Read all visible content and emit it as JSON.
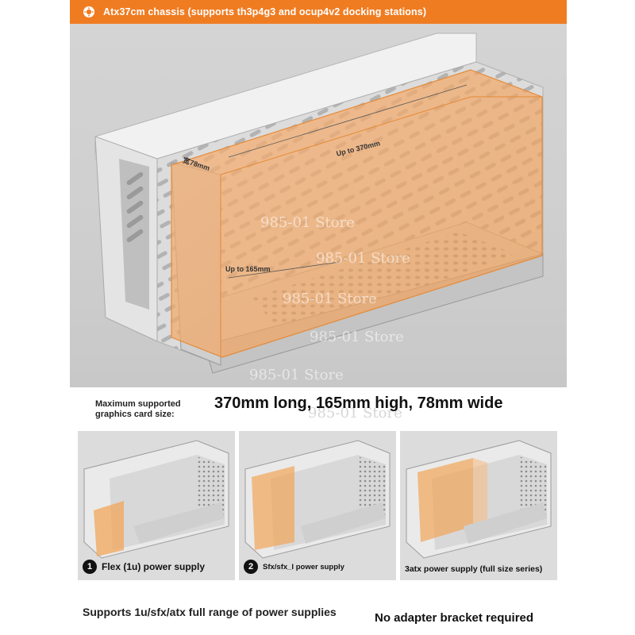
{
  "banner": {
    "title": "Atx37cm chassis (supports th3p4g3 and ocup4v2 docking stations)",
    "icon": "gear-badge-icon",
    "color": "#f07c22"
  },
  "hero": {
    "width_label": "宽78mm",
    "length_label": "Up to 370mm",
    "height_label": "Up to 165mm"
  },
  "watermarks": [
    "985-01 Store",
    "985-01 Store",
    "985-01 Store",
    "985-01 Store",
    "985-01 Store",
    "985-01 Store"
  ],
  "specs": {
    "caption": "Maximum supported graphics card size:",
    "size": "370mm long, 165mm high, 78mm wide"
  },
  "panels": [
    {
      "number": "1",
      "label": "Flex (1u) power supply"
    },
    {
      "number": "2",
      "label": "Sfx/sfx_l power supply"
    },
    {
      "number": "",
      "label": "3atx power supply (full size series)"
    }
  ],
  "footer": {
    "left": "Supports 1u/sfx/atx full range of power supplies",
    "right": "No adapter bracket required"
  },
  "colors": {
    "accent": "#f07c22",
    "gpu_highlight": "#f2a55a"
  }
}
